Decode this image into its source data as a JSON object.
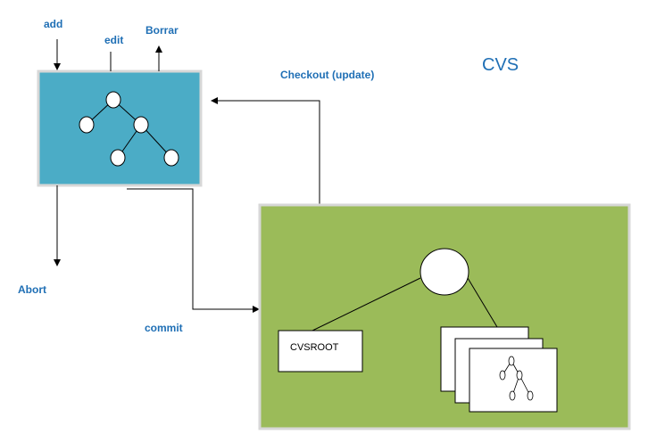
{
  "labels": {
    "add": "add",
    "edit": "edit",
    "borrar": "Borrar",
    "checkout": "Checkout (update)",
    "cvs": "CVS",
    "abort": "Abort",
    "commit": "commit",
    "cvsroot": "CVSROOT"
  },
  "colors": {
    "working_copy": "#4bacc6",
    "repository": "#9bbb59",
    "label_text": "#1f6fb5"
  }
}
